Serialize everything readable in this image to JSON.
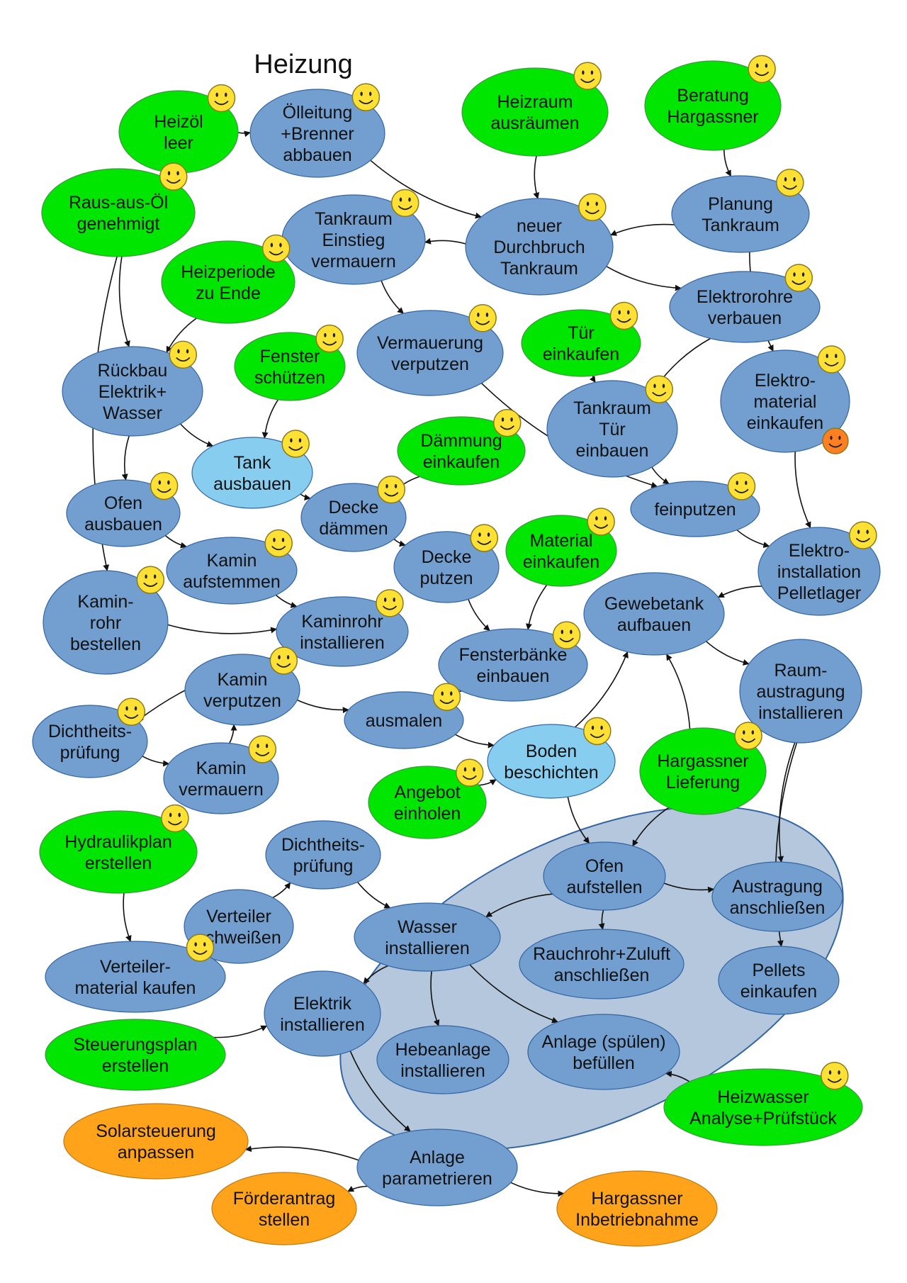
{
  "title": "Heizung",
  "colors": {
    "done": "#00e600",
    "task": "#729fcf",
    "active": "#87cdf0",
    "open": "#ffa31a",
    "group": "#b4c7dc",
    "smiley": "#ffe135",
    "smiley_alert": "#ff7f22",
    "outline": "#3465a4"
  },
  "nodes": [
    {
      "id": "heizoel",
      "lines": [
        "Heizöl",
        "leer"
      ],
      "status": "done",
      "smiley": true
    },
    {
      "id": "oelleitung",
      "lines": [
        "Ölleitung",
        "+Brenner",
        "abbauen"
      ],
      "status": "task",
      "smiley": true
    },
    {
      "id": "heizraum",
      "lines": [
        "Heizraum",
        "ausräumen"
      ],
      "status": "done",
      "smiley": true
    },
    {
      "id": "beratung",
      "lines": [
        "Beratung",
        "Hargassner"
      ],
      "status": "done",
      "smiley": true
    },
    {
      "id": "rausausoel",
      "lines": [
        "Raus-aus-Öl",
        "genehmigt"
      ],
      "status": "done",
      "smiley": true
    },
    {
      "id": "planung",
      "lines": [
        "Planung",
        "Tankraum"
      ],
      "status": "task",
      "smiley": true
    },
    {
      "id": "tankraumeinstieg",
      "lines": [
        "Tankraum",
        "Einstieg",
        "vermauern"
      ],
      "status": "task",
      "smiley": true
    },
    {
      "id": "durchbruch",
      "lines": [
        "neuer",
        "Durchbruch",
        "Tankraum"
      ],
      "status": "task",
      "smiley": true
    },
    {
      "id": "heizperiode",
      "lines": [
        "Heizperiode",
        "zu Ende"
      ],
      "status": "done",
      "smiley": true
    },
    {
      "id": "elektrorohre",
      "lines": [
        "Elektrorohre",
        "verbauen"
      ],
      "status": "task",
      "smiley": true
    },
    {
      "id": "vermauerung",
      "lines": [
        "Vermauerung",
        "verputzen"
      ],
      "status": "task",
      "smiley": true
    },
    {
      "id": "tuer",
      "lines": [
        "Tür",
        "einkaufen"
      ],
      "status": "done",
      "smiley": true
    },
    {
      "id": "fenster",
      "lines": [
        "Fenster",
        "schützen"
      ],
      "status": "done",
      "smiley": true
    },
    {
      "id": "rueckbau",
      "lines": [
        "Rückbau",
        "Elektrik+",
        "Wasser"
      ],
      "status": "task",
      "smiley": true
    },
    {
      "id": "elektromaterial",
      "lines": [
        "Elektro-",
        "material",
        "einkaufen"
      ],
      "status": "task",
      "smiley": true,
      "smiley_alert": true
    },
    {
      "id": "tankraumtuer",
      "lines": [
        "Tankraum",
        "Tür",
        "einbauen"
      ],
      "status": "task",
      "smiley": true
    },
    {
      "id": "daemmung",
      "lines": [
        "Dämmung",
        "einkaufen"
      ],
      "status": "done",
      "smiley": true
    },
    {
      "id": "tank",
      "lines": [
        "Tank",
        "ausbauen"
      ],
      "status": "active",
      "smiley": true
    },
    {
      "id": "ofenausbauen",
      "lines": [
        "Ofen",
        "ausbauen"
      ],
      "status": "task",
      "smiley": true
    },
    {
      "id": "deckedaemmen",
      "lines": [
        "Decke",
        "dämmen"
      ],
      "status": "task",
      "smiley": true
    },
    {
      "id": "feinputzen",
      "lines": [
        "feinputzen"
      ],
      "status": "task",
      "smiley": true
    },
    {
      "id": "material",
      "lines": [
        "Material",
        "einkaufen"
      ],
      "status": "done",
      "smiley": true
    },
    {
      "id": "kaminaufstemmen",
      "lines": [
        "Kamin",
        "aufstemmen"
      ],
      "status": "task",
      "smiley": true
    },
    {
      "id": "deckeputzen",
      "lines": [
        "Decke",
        "putzen"
      ],
      "status": "task",
      "smiley": true
    },
    {
      "id": "elektroinstallation",
      "lines": [
        "Elektro-",
        "installation",
        "Pelletlager"
      ],
      "status": "task",
      "smiley": true
    },
    {
      "id": "gewebetank",
      "lines": [
        "Gewebetank",
        "aufbauen"
      ],
      "status": "task",
      "smiley": false
    },
    {
      "id": "kaminrohrbestellen",
      "lines": [
        "Kamin-",
        "rohr",
        "bestellen"
      ],
      "status": "task",
      "smiley": true
    },
    {
      "id": "kaminrohrinstallieren",
      "lines": [
        "Kaminrohr",
        "installieren"
      ],
      "status": "task",
      "smiley": true
    },
    {
      "id": "fensterbaenke",
      "lines": [
        "Fensterbänke",
        "einbauen"
      ],
      "status": "task",
      "smiley": true
    },
    {
      "id": "raumaustragung",
      "lines": [
        "Raum-",
        "austragung",
        "installieren"
      ],
      "status": "task",
      "smiley": false
    },
    {
      "id": "kaminverputzen",
      "lines": [
        "Kamin",
        "verputzen"
      ],
      "status": "task",
      "smiley": true
    },
    {
      "id": "dichtheits1",
      "lines": [
        "Dichtheits-",
        "prüfung"
      ],
      "status": "task",
      "smiley": true
    },
    {
      "id": "ausmalen",
      "lines": [
        "ausmalen"
      ],
      "status": "task",
      "smiley": true
    },
    {
      "id": "boden",
      "lines": [
        "Boden",
        "beschichten"
      ],
      "status": "active",
      "smiley": true
    },
    {
      "id": "lieferung",
      "lines": [
        "Hargassner",
        "Lieferung"
      ],
      "status": "done",
      "smiley": true
    },
    {
      "id": "kaminvermauern",
      "lines": [
        "Kamin",
        "vermauern"
      ],
      "status": "task",
      "smiley": true
    },
    {
      "id": "angebot",
      "lines": [
        "Angebot",
        "einholen"
      ],
      "status": "done",
      "smiley": true
    },
    {
      "id": "hydraulikplan",
      "lines": [
        "Hydraulikplan",
        "erstellen"
      ],
      "status": "done",
      "smiley": true
    },
    {
      "id": "dichtheits2",
      "lines": [
        "Dichtheits-",
        "prüfung"
      ],
      "status": "task",
      "smiley": false
    },
    {
      "id": "ofenaufstellen",
      "lines": [
        "Ofen",
        "aufstellen"
      ],
      "status": "task",
      "smiley": false
    },
    {
      "id": "austragung",
      "lines": [
        "Austragung",
        "anschließen"
      ],
      "status": "task",
      "smiley": false
    },
    {
      "id": "verteilerschweissen",
      "lines": [
        "Verteiler",
        "schweißen"
      ],
      "status": "task",
      "smiley": false
    },
    {
      "id": "wasser",
      "lines": [
        "Wasser",
        "installieren"
      ],
      "status": "task",
      "smiley": false
    },
    {
      "id": "rauchrohr",
      "lines": [
        "Rauchrohr+Zuluft",
        "anschließen"
      ],
      "status": "task",
      "smiley": false
    },
    {
      "id": "verteilermaterial",
      "lines": [
        "Verteiler-",
        "material kaufen"
      ],
      "status": "task",
      "smiley": true
    },
    {
      "id": "pellets",
      "lines": [
        "Pellets",
        "einkaufen"
      ],
      "status": "task",
      "smiley": false
    },
    {
      "id": "elektrik",
      "lines": [
        "Elektrik",
        "installieren"
      ],
      "status": "task",
      "smiley": false
    },
    {
      "id": "hebeanlage",
      "lines": [
        "Hebeanlage",
        "installieren"
      ],
      "status": "task",
      "smiley": false
    },
    {
      "id": "anlagebefuellen",
      "lines": [
        "Anlage (spülen)",
        "befüllen"
      ],
      "status": "task",
      "smiley": false
    },
    {
      "id": "steuerungsplan",
      "lines": [
        "Steuerungsplan",
        "erstellen"
      ],
      "status": "done",
      "smiley": false
    },
    {
      "id": "heizwasser",
      "lines": [
        "Heizwasser",
        "Analyse+Prüfstück"
      ],
      "status": "done",
      "smiley": true
    },
    {
      "id": "solarsteuerung",
      "lines": [
        "Solarsteuerung",
        "anpassen"
      ],
      "status": "open",
      "smiley": false
    },
    {
      "id": "parametrieren",
      "lines": [
        "Anlage",
        "parametrieren"
      ],
      "status": "task",
      "smiley": false
    },
    {
      "id": "inbetriebnahme",
      "lines": [
        "Hargassner",
        "Inbetriebnahme"
      ],
      "status": "open",
      "smiley": false
    },
    {
      "id": "foerderantrag",
      "lines": [
        "Förderantrag",
        "stellen"
      ],
      "status": "open",
      "smiley": false
    }
  ],
  "edges": [
    {
      "from": "heizoel",
      "to": "oelleitung"
    },
    {
      "from": "oelleitung",
      "to": "durchbruch"
    },
    {
      "from": "heizraum",
      "to": "durchbruch"
    },
    {
      "from": "beratung",
      "to": "planung"
    },
    {
      "from": "planung",
      "to": "durchbruch"
    },
    {
      "from": "planung",
      "to": "elektromaterial"
    },
    {
      "from": "durchbruch",
      "to": "tankraumeinstieg"
    },
    {
      "from": "durchbruch",
      "to": "elektrorohre"
    },
    {
      "from": "tankraumeinstieg",
      "to": "vermauerung"
    },
    {
      "from": "rausausoel",
      "to": "rueckbau"
    },
    {
      "from": "rausausoel",
      "to": "kaminrohrbestellen"
    },
    {
      "from": "heizperiode",
      "to": "rueckbau"
    },
    {
      "from": "elektrorohre",
      "to": "tankraumtuer"
    },
    {
      "from": "tuer",
      "to": "tankraumtuer"
    },
    {
      "from": "vermauerung",
      "to": "feinputzen"
    },
    {
      "from": "tankraumtuer",
      "to": "feinputzen"
    },
    {
      "from": "feinputzen",
      "to": "elektroinstallation"
    },
    {
      "from": "elektromaterial",
      "to": "elektroinstallation"
    },
    {
      "from": "fenster",
      "to": "tank"
    },
    {
      "from": "rueckbau",
      "to": "tank"
    },
    {
      "from": "rueckbau",
      "to": "ofenausbauen"
    },
    {
      "from": "tank",
      "to": "deckedaemmen"
    },
    {
      "from": "daemmung",
      "to": "deckedaemmen"
    },
    {
      "from": "deckedaemmen",
      "to": "deckeputzen"
    },
    {
      "from": "ofenausbauen",
      "to": "kaminaufstemmen"
    },
    {
      "from": "kaminaufstemmen",
      "to": "kaminrohrinstallieren"
    },
    {
      "from": "kaminrohrbestellen",
      "to": "kaminrohrinstallieren"
    },
    {
      "from": "kaminrohrinstallieren",
      "to": "dichtheits1"
    },
    {
      "from": "deckeputzen",
      "to": "fensterbaenke"
    },
    {
      "from": "material",
      "to": "fensterbaenke"
    },
    {
      "from": "fensterbaenke",
      "to": "ausmalen"
    },
    {
      "from": "elektroinstallation",
      "to": "gewebetank"
    },
    {
      "from": "gewebetank",
      "to": "raumaustragung"
    },
    {
      "from": "dichtheits1",
      "to": "kaminvermauern"
    },
    {
      "from": "kaminvermauern",
      "to": "kaminverputzen"
    },
    {
      "from": "kaminverputzen",
      "to": "ausmalen"
    },
    {
      "from": "ausmalen",
      "to": "boden"
    },
    {
      "from": "angebot",
      "to": "boden"
    },
    {
      "from": "boden",
      "to": "gewebetank"
    },
    {
      "from": "lieferung",
      "to": "gewebetank"
    },
    {
      "from": "boden",
      "to": "ofenaufstellen"
    },
    {
      "from": "lieferung",
      "to": "ofenaufstellen"
    },
    {
      "from": "raumaustragung",
      "to": "austragung"
    },
    {
      "from": "raumaustragung",
      "to": "pellets"
    },
    {
      "from": "ofenaufstellen",
      "to": "austragung"
    },
    {
      "from": "ofenaufstellen",
      "to": "rauchrohr"
    },
    {
      "from": "ofenaufstellen",
      "to": "wasser"
    },
    {
      "from": "hydraulikplan",
      "to": "verteilermaterial"
    },
    {
      "from": "verteilermaterial",
      "to": "verteilerschweissen"
    },
    {
      "from": "verteilerschweissen",
      "to": "dichtheits2"
    },
    {
      "from": "dichtheits2",
      "to": "wasser"
    },
    {
      "from": "wasser",
      "to": "elektrik"
    },
    {
      "from": "wasser",
      "to": "hebeanlage"
    },
    {
      "from": "wasser",
      "to": "anlagebefuellen"
    },
    {
      "from": "steuerungsplan",
      "to": "elektrik"
    },
    {
      "from": "heizwasser",
      "to": "anlagebefuellen"
    },
    {
      "from": "elektrik",
      "to": "parametrieren"
    },
    {
      "from": "parametrieren",
      "to": "solarsteuerung"
    },
    {
      "from": "parametrieren",
      "to": "inbetriebnahme"
    },
    {
      "from": "parametrieren",
      "to": "foerderantrag"
    }
  ]
}
